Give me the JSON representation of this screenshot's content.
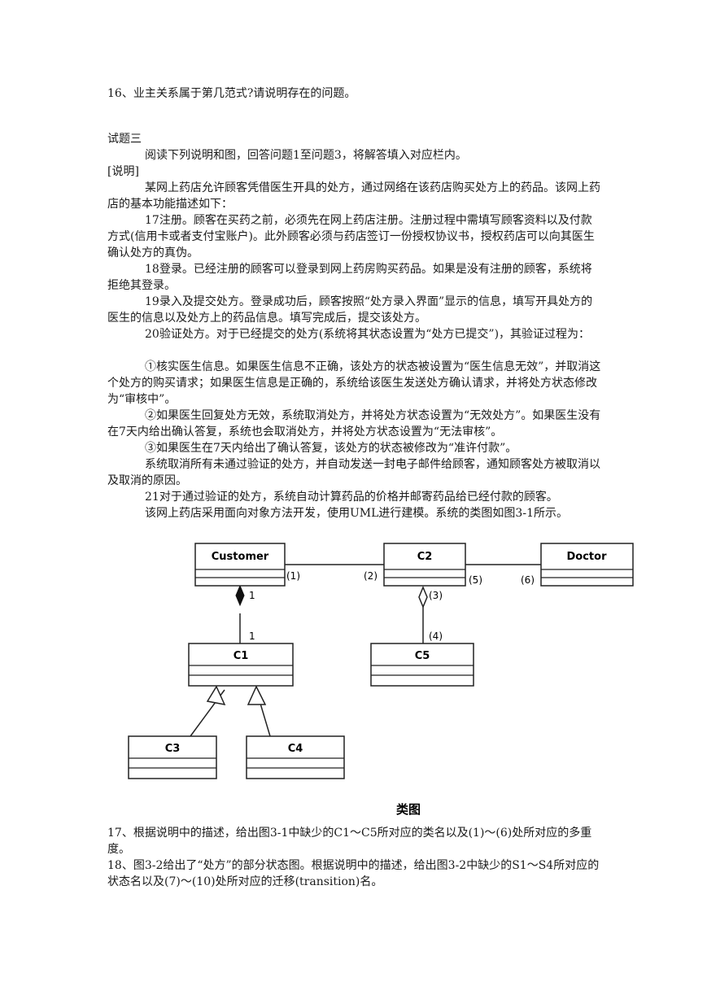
{
  "q16": "16、业主关系属于第几范式?请说明存在的问题。",
  "section_title": "试题三",
  "instruction": "阅读下列说明和图，回答问题1至问题3，将解答填入对应栏内。",
  "shuoming": "[说明]",
  "intro": "某网上药店允许顾客凭借医生开具的处方，通过网络在该药店购买处方上的药品。该网上药店的基本功能描述如下：",
  "p17": "17注册。顾客在买药之前，必须先在网上药店注册。注册过程中需填写顾客资料以及付款方式(信用卡或者支付宝账户)。此外顾客必须与药店签订一份授权协议书，授权药店可以向其医生确认处方的真伪。",
  "p18": "18登录。已经注册的顾客可以登录到网上药房购买药品。如果是没有注册的顾客，系统将拒绝其登录。",
  "p19": "19录入及提交处方。登录成功后，顾客按照“处方录入界面”显示的信息，填写开具处方的医生的信息以及处方上的药品信息。填写完成后，提交该处方。",
  "p20": "20验证处方。对于已经提交的处方(系统将其状态设置为“处方已提交”)，其验证过程为：",
  "c1": "①核实医生信息。如果医生信息不正确，该处方的状态被设置为“医生信息无效”，并取消这个处方的购买请求；如果医生信息是正确的，系统给该医生发送处方确认请求，并将处方状态修改为“审核中”。",
  "c2": "②如果医生回复处方无效，系统取消处方，并将处方状态设置为“无效处方”。如果医生没有在7天内给出确认答复，系统也会取消处方，并将处方状态设置为“无法审核”。",
  "c3": "③如果医生在7天内给出了确认答复，该处方的状态被修改为“准许付款”。",
  "cancel_para": "系统取消所有未通过验证的处方，并自动发送一封电子邮件给顾客，通知顾客处方被取消以及取消的原因。",
  "p21": "21对于通过验证的处方，系统自动计算药品的价格并邮寄药品给已经付款的顾客。",
  "uml_para": "该网上药店采用面向对象方法开发，使用UML进行建模。系统的类图如图3-1所示。",
  "diagram": {
    "classes": {
      "customer": "Customer",
      "c2": "C2",
      "doctor": "Doctor",
      "c1": "C1",
      "c5": "C5",
      "c3": "C3",
      "c4": "C4"
    },
    "labels": {
      "m1": "(1)",
      "m2": "(2)",
      "m3": "(3)",
      "m4": "(4)",
      "m5": "(5)",
      "m6": "(6)",
      "comp_top": "1",
      "comp_bottom": "1"
    },
    "caption": "类图"
  },
  "q17": "17、根据说明中的描述，给出图3-1中缺少的C1～C5所对应的类名以及(1)～(6)处所对应的多重度。",
  "q18": "18、图3-2给出了“处方”的部分状态图。根据说明中的描述，给出图3-2中缺少的S1～S4所对应的状态名以及(7)～(10)处所对应的迁移(transition)名。"
}
